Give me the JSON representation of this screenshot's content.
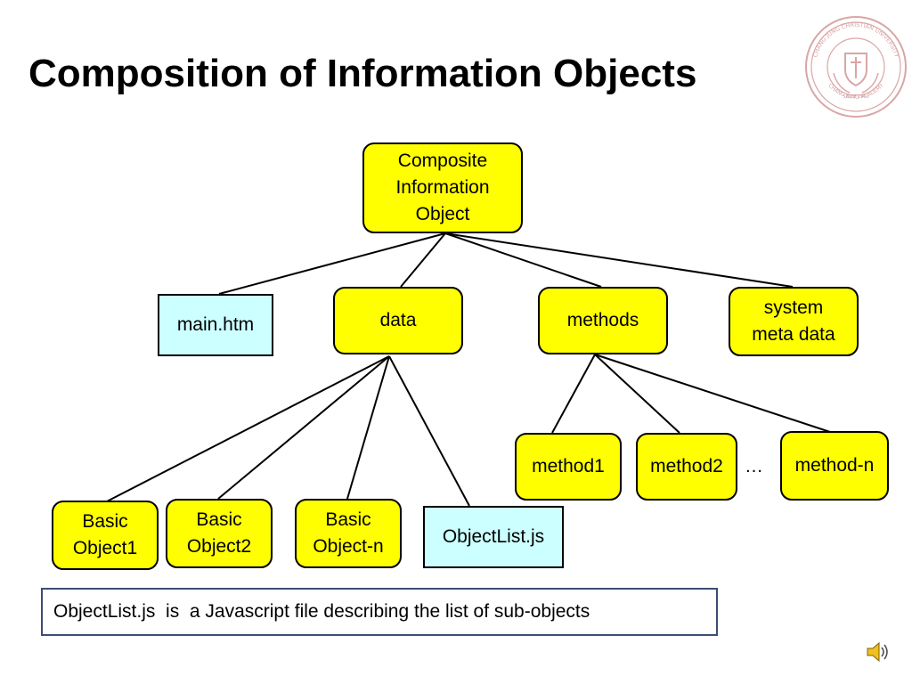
{
  "slide": {
    "title": "Composition of Information Objects"
  },
  "nodes": {
    "composite": "Composite\nInformation\nObject",
    "main_htm": "main.htm",
    "data": "data",
    "methods": "methods",
    "system_meta": "system\nmeta data",
    "method1": "method1",
    "method2": "method2",
    "ellipsis": "…",
    "method_n": "method-n",
    "basic1": "Basic\nObject1",
    "basic2": "Basic\nObject2",
    "basic_n": "Basic\nObject-n",
    "objectlist": "ObjectList.js"
  },
  "note": {
    "text": "ObjectList.js  is  a Javascript file describing the list of sub-objects"
  },
  "logo": {
    "seal_text": "CHANG JUNG CHRISTIAN UNIVERSITY",
    "seal_inner_text": "SINCE 1993",
    "seal_bottom_text": "CHANG JUNG ACADEMY"
  },
  "colors": {
    "object_fill": "#ffff00",
    "file_fill": "#ccffff",
    "note_border": "#3d4c73",
    "seal_red": "#d9a6a6"
  },
  "icons": {
    "seal": "university-seal-logo",
    "audio": "speaker-icon"
  }
}
